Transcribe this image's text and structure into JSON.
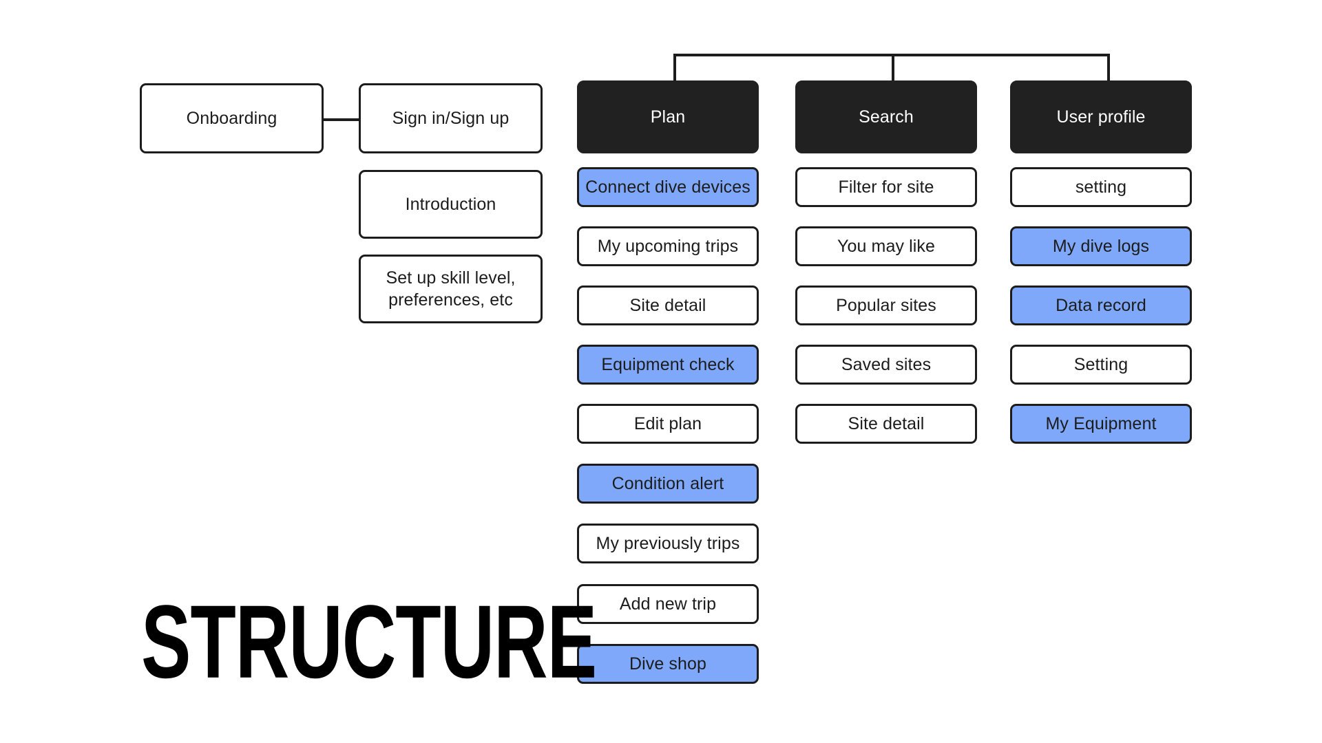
{
  "title": "STRUCTURE",
  "colors": {
    "ink": "#1c1c1c",
    "header_fill": "#212121",
    "header_text": "#ffffff",
    "highlight_fill": "#7FA8FB",
    "plain_fill": "#ffffff",
    "background": "#ffffff"
  },
  "onboarding": {
    "root": {
      "label": "Onboarding",
      "style": "plain"
    },
    "children": [
      {
        "label": "Sign in/Sign up",
        "style": "plain"
      },
      {
        "label": "Introduction",
        "style": "plain"
      },
      {
        "label": "Set up skill level,\npreferences, etc",
        "style": "plain"
      }
    ]
  },
  "sections": [
    {
      "header": "Plan",
      "items": [
        {
          "label": "Connect dive devices",
          "style": "highlight"
        },
        {
          "label": "My upcoming trips",
          "style": "plain"
        },
        {
          "label": "Site detail",
          "style": "plain"
        },
        {
          "label": "Equipment check",
          "style": "highlight"
        },
        {
          "label": "Edit plan",
          "style": "plain"
        },
        {
          "label": "Condition alert",
          "style": "highlight"
        },
        {
          "label": "My previously trips",
          "style": "plain"
        },
        {
          "label": "Add new trip",
          "style": "plain"
        },
        {
          "label": "Dive shop",
          "style": "highlight"
        }
      ]
    },
    {
      "header": "Search",
      "items": [
        {
          "label": "Filter for site",
          "style": "plain"
        },
        {
          "label": "You may like",
          "style": "plain"
        },
        {
          "label": "Popular sites",
          "style": "plain"
        },
        {
          "label": "Saved sites",
          "style": "plain"
        },
        {
          "label": "Site detail",
          "style": "plain"
        }
      ]
    },
    {
      "header": "User profile",
      "items": [
        {
          "label": "setting",
          "style": "plain"
        },
        {
          "label": "My dive logs",
          "style": "highlight"
        },
        {
          "label": "Data record",
          "style": "highlight"
        },
        {
          "label": "Setting",
          "style": "plain"
        },
        {
          "label": "My Equipment",
          "style": "highlight"
        }
      ]
    }
  ]
}
